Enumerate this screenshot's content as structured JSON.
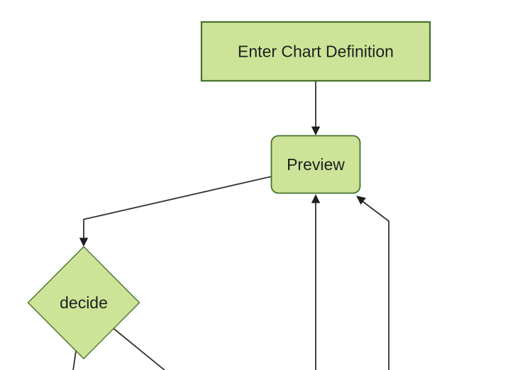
{
  "diagram": {
    "type": "flowchart",
    "orientation": "top-down",
    "nodes": [
      {
        "id": "enter-chart-definition",
        "shape": "rectangle",
        "label": "Enter Chart Definition"
      },
      {
        "id": "preview",
        "shape": "rounded-rectangle",
        "label": "Preview"
      },
      {
        "id": "decide",
        "shape": "diamond",
        "label": "decide"
      }
    ],
    "edges": [
      {
        "from": "enter-chart-definition",
        "to": "preview",
        "arrowhead": true
      },
      {
        "from": "preview",
        "to": "decide",
        "arrowhead": true
      },
      {
        "from": "decide",
        "to": "offscreen-bottom-left",
        "arrowhead": false
      },
      {
        "from": "decide",
        "to": "offscreen-bottom",
        "arrowhead": false
      },
      {
        "from": "offscreen-bottom-center",
        "to": "preview",
        "arrowhead": true
      },
      {
        "from": "offscreen-bottom-right",
        "to": "preview",
        "arrowhead": true
      }
    ],
    "colors": {
      "node_fill": "#cde498",
      "node_border": "#44722c",
      "edge_line": "#333333",
      "arrowhead_fill": "#1f1f1f",
      "label_text": "#1f1f1f",
      "background": "#ffffff"
    }
  }
}
